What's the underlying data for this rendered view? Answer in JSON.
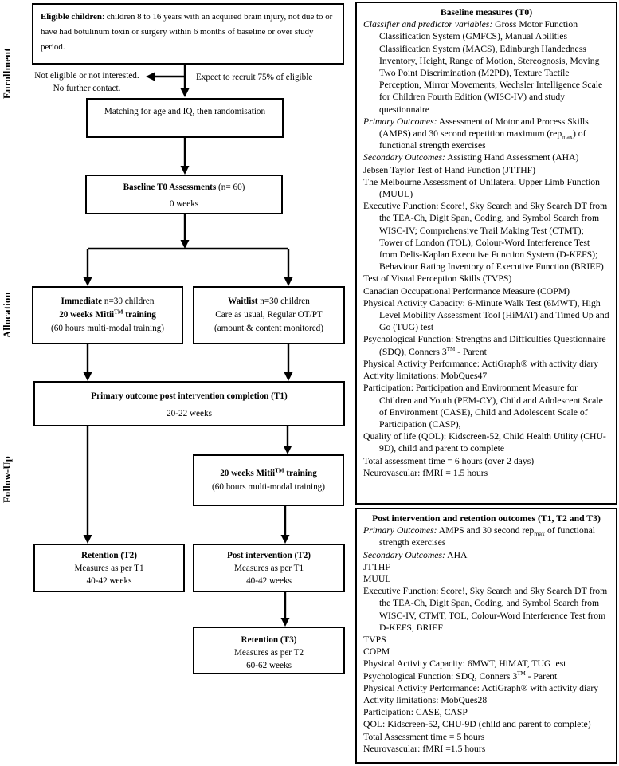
{
  "colors": {
    "ink": "#000000",
    "background": "#ffffff"
  },
  "stages": {
    "enrollment": "Enrollment",
    "allocation": "Allocation",
    "followup": "Follow-Up"
  },
  "annotations": {
    "not_eligible_line1": "Not eligible or not interested.",
    "not_eligible_line2": "No further contact.",
    "expect": "Expect to recruit 75% of eligible"
  },
  "boxes": {
    "eligible": {
      "lines": [
        [
          {
            "t": "Eligible children",
            "b": true
          },
          {
            "t": ": children 8 to 16 years with an acquired brain injury, not due to or have had botulinum toxin or surgery within 6 months of baseline or over study period."
          }
        ]
      ]
    },
    "matching": {
      "lines": [
        [
          {
            "t": "Matching for age and IQ, then randomisation"
          }
        ]
      ]
    },
    "baseline": {
      "lines": [
        [
          {
            "t": "Baseline T0 Assessments",
            "b": true
          },
          {
            "t": " (n= 60)"
          }
        ],
        [
          {
            "t": "0 weeks"
          }
        ]
      ]
    },
    "immediate": {
      "lines": [
        [
          {
            "t": "Immediate",
            "b": true
          },
          {
            "t": " n=30 children"
          }
        ],
        [
          {
            "t": "20 weeks Mitii",
            "b": true
          },
          {
            "t": "TM",
            "b": true,
            "sup": true
          },
          {
            "t": " training",
            "b": true
          }
        ],
        [
          {
            "t": "(60 hours multi-modal training)"
          }
        ]
      ]
    },
    "waitlist": {
      "lines": [
        [
          {
            "t": "Waitlist",
            "b": true
          },
          {
            "t": " n=30 children"
          }
        ],
        [
          {
            "t": "Care as usual, Regular OT/PT"
          }
        ],
        [
          {
            "t": "(amount & content monitored)"
          }
        ]
      ]
    },
    "primary": {
      "lines": [
        [
          {
            "t": "Primary outcome post intervention completion (T1)",
            "b": true
          }
        ],
        [
          {
            "t": "20-22 weeks"
          }
        ]
      ]
    },
    "mitii2": {
      "lines": [
        [
          {
            "t": "20 weeks Mitii",
            "b": true
          },
          {
            "t": "TM",
            "b": true,
            "sup": true
          },
          {
            "t": " training",
            "b": true
          }
        ],
        [
          {
            "t": "(60 hours multi-modal training)"
          }
        ]
      ]
    },
    "retention2": {
      "lines": [
        [
          {
            "t": "Retention (T2)",
            "b": true
          }
        ],
        [
          {
            "t": "Measures as per T1"
          }
        ],
        [
          {
            "t": "40-42 weeks"
          }
        ]
      ]
    },
    "postint2": {
      "lines": [
        [
          {
            "t": "Post intervention (T2)",
            "b": true
          }
        ],
        [
          {
            "t": "Measures as per T1"
          }
        ],
        [
          {
            "t": "40-42 weeks"
          }
        ]
      ]
    },
    "retention3": {
      "lines": [
        [
          {
            "t": "Retention (T3)",
            "b": true
          }
        ],
        [
          {
            "t": "Measures as per T2"
          }
        ],
        [
          {
            "t": "60-62 weeks"
          }
        ]
      ]
    }
  },
  "panels": [
    {
      "id": "baseline-measures",
      "title": "Baseline measures (T0)",
      "entries": [
        [
          {
            "t": "Classifier and predictor variables:",
            "i": true
          },
          {
            "t": " Gross Motor Function Classification System (GMFCS), Manual Abilities Classification System (MACS), Edinburgh Handedness Inventory, Height, Range of Motion, Stereognosis, Moving Two Point Discrimination (M2PD), Texture Tactile Perception, Mirror Movements, Wechsler Intelligence Scale for Children Fourth Edition (WISC-IV) and study questionnaire"
          }
        ],
        [
          {
            "t": "Primary Outcomes:",
            "i": true
          },
          {
            "t": " Assessment of Motor and Process Skills (AMPS) and 30 second repetition maximum (rep"
          },
          {
            "t": "max",
            "sub": true
          },
          {
            "t": ") of functional strength exercises"
          }
        ],
        [
          {
            "t": "Secondary Outcomes:",
            "i": true
          },
          {
            "t": " Assisting Hand Assessment (AHA)"
          }
        ],
        [
          {
            "t": "Jebsen Taylor Test of Hand Function (JTTHF)"
          }
        ],
        [
          {
            "t": "The Melbourne Assessment of Unilateral Upper Limb Function (MUUL)"
          }
        ],
        [
          {
            "t": "Executive Function: Score!, Sky Search and Sky Search DT from the TEA-Ch, Digit Span, Coding, and Symbol Search from WISC-IV; Comprehensive Trail Making Test (CTMT); Tower of London (TOL); Colour-Word Interference Test from Delis-Kaplan Executive Function System (D-KEFS); Behaviour Rating Inventory of Executive Function (BRIEF)"
          }
        ],
        [
          {
            "t": "Test of Visual Perception Skills (TVPS)"
          }
        ],
        [
          {
            "t": "Canadian Occupational Performance Measure (COPM)"
          }
        ],
        [
          {
            "t": "Physical Activity Capacity: 6-Minute Walk Test (6MWT), High Level Mobility Assessment Tool (HiMAT) and Timed Up and Go (TUG) test"
          }
        ],
        [
          {
            "t": "Psychological Function: Strengths and Difficulties Questionnaire (SDQ), Conners 3"
          },
          {
            "t": "TM",
            "sup": true
          },
          {
            "t": " - Parent"
          }
        ],
        [
          {
            "t": "Physical Activity Performance: ActiGraph® with activity diary"
          }
        ],
        [
          {
            "t": "Activity limitations: MobQues47"
          }
        ],
        [
          {
            "t": "Participation: Participation and Environment Measure for Children and Youth (PEM-CY), Child and Adolescent Scale of Environment (CASE), Child and Adolescent Scale of Participation (CASP),"
          }
        ],
        [
          {
            "t": "Quality of life (QOL): Kidscreen-52, Child Health Utility (CHU-9D), child and parent to complete"
          }
        ],
        [
          {
            "t": "Total assessment time = 6 hours (over 2 days)"
          }
        ],
        [
          {
            "t": "Neurovascular: fMRI = 1.5 hours"
          }
        ]
      ]
    },
    {
      "id": "post-retention-outcomes",
      "title": "Post intervention and retention outcomes (T1, T2 and T3)",
      "entries": [
        [
          {
            "t": "Primary Outcomes:",
            "i": true
          },
          {
            "t": " AMPS and 30 second rep"
          },
          {
            "t": "max",
            "sub": true
          },
          {
            "t": " of functional strength exercises"
          }
        ],
        [
          {
            "t": "Secondary Outcomes:",
            "i": true
          },
          {
            "t": " AHA"
          }
        ],
        [
          {
            "t": "JTTHF"
          }
        ],
        [
          {
            "t": "MUUL"
          }
        ],
        [
          {
            "t": "Executive Function: Score!, Sky Search and Sky Search DT from the TEA-Ch, Digit Span, Coding, and Symbol Search from WISC-IV, CTMT, TOL, Colour-Word Interference Test from D-KEFS,  BRIEF"
          }
        ],
        [
          {
            "t": "TVPS"
          }
        ],
        [
          {
            "t": "COPM"
          }
        ],
        [
          {
            "t": "Physical Activity Capacity: 6MWT, HiMAT, TUG test"
          }
        ],
        [
          {
            "t": "Psychological Function: SDQ, Conners 3"
          },
          {
            "t": "TM",
            "sup": true
          },
          {
            "t": " - Parent"
          }
        ],
        [
          {
            "t": "Physical Activity Performance: ActiGraph® with activity diary"
          }
        ],
        [
          {
            "t": "Activity limitations: MobQues28"
          }
        ],
        [
          {
            "t": "Participation: CASE, CASP"
          }
        ],
        [
          {
            "t": "QOL: Kidscreen-52, CHU-9D (child and parent to complete)"
          }
        ],
        [
          {
            "t": "Total Assessment time = 5 hours"
          }
        ],
        [
          {
            "t": "Neurovascular: fMRI =1.5 hours"
          }
        ]
      ]
    }
  ]
}
